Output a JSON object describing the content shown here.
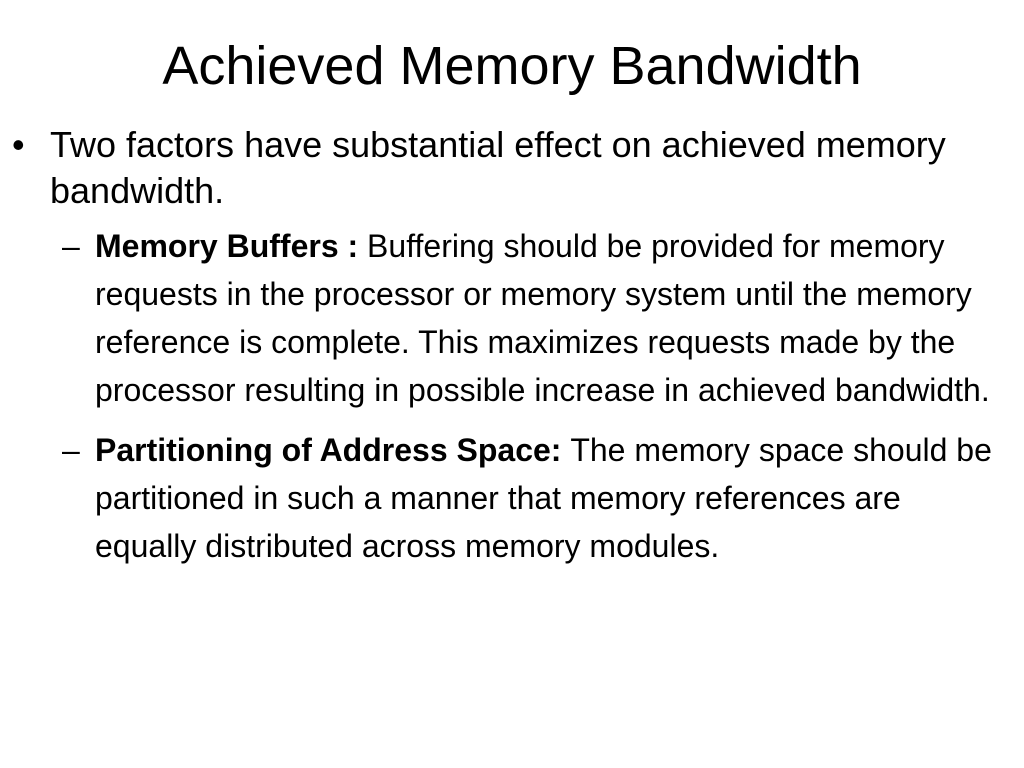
{
  "slide": {
    "title": "Achieved Memory Bandwidth",
    "bullets": [
      {
        "marker": "•",
        "text": "Two factors have substantial effect on achieved memory bandwidth."
      }
    ],
    "sub_bullets": [
      {
        "marker": "–",
        "term": "Memory Buffers :",
        "text": "Buffering should be provided for memory requests in the processor or memory system until the memory reference is complete. This maximizes requests made by the processor resulting in possible increase in achieved bandwidth."
      },
      {
        "marker": "–",
        "term": "Partitioning of Address Space:",
        "text": "The memory space should be partitioned in such a manner that memory references are equally distributed across memory modules."
      }
    ]
  }
}
